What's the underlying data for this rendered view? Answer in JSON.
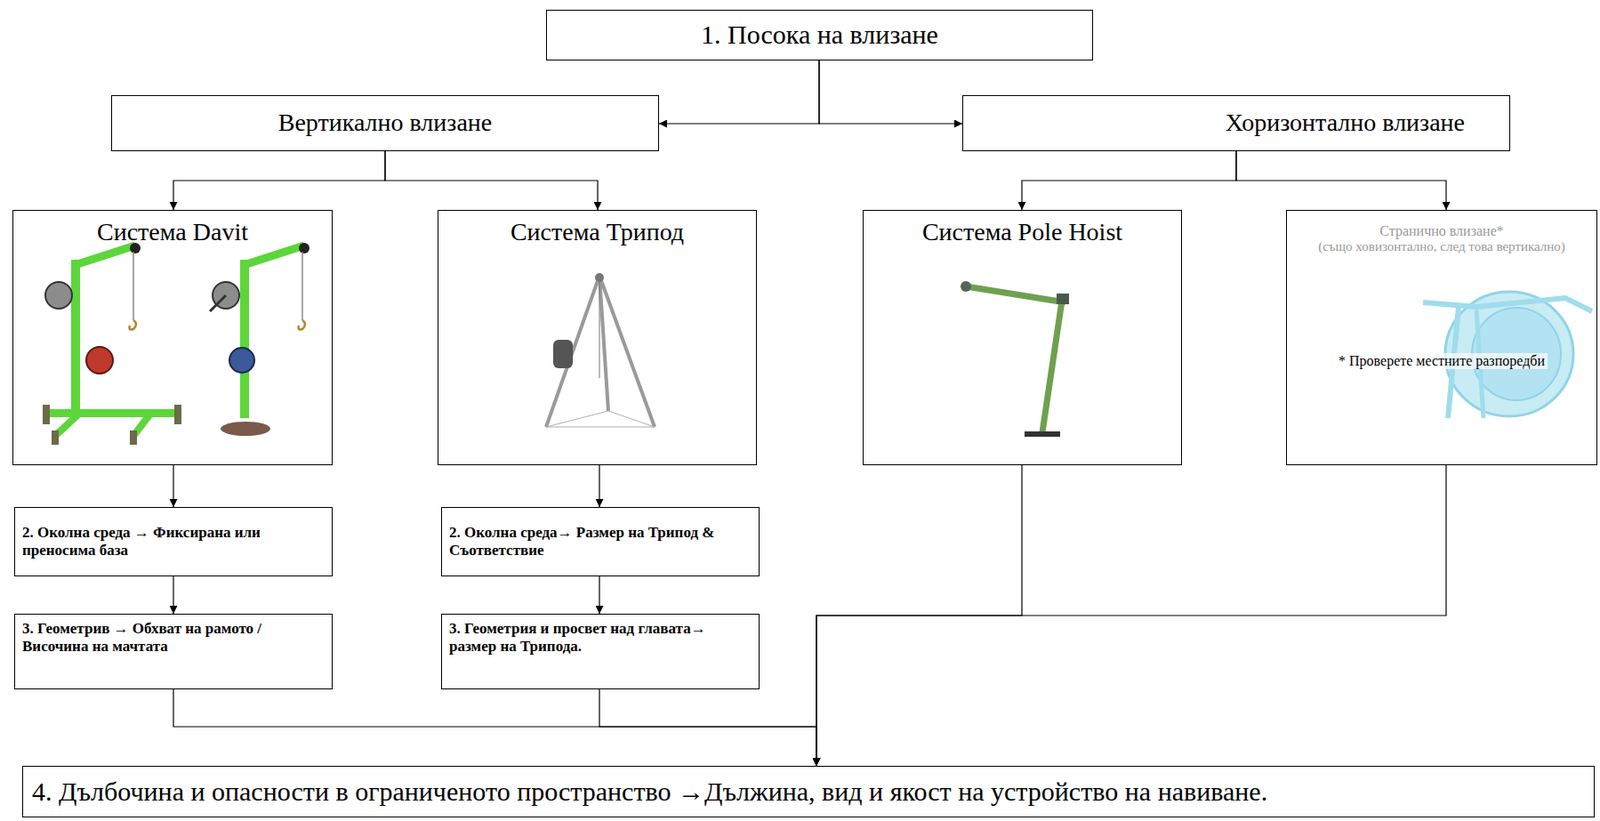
{
  "diagram": {
    "nodes": [
      {
        "text": [
          "1. Посока на влизане"
        ]
      },
      {
        "text": [
          "Вертикално влизане"
        ]
      },
      {
        "text": [
          "Хоризонтално влизане"
        ]
      },
      {
        "text": [
          "Система Davit"
        ]
      },
      {
        "text": [
          "Система Трипод"
        ]
      },
      {
        "text": [
          "Система Pole Hoist"
        ]
      },
      {
        "text": [
          "Странично влизане*",
          "(също ховизонтално, след това вертикално)",
          "* Проверете местните разпоредби"
        ]
      },
      {
        "text": [
          "2. Околна среда → Фиксирана или преносима база"
        ]
      },
      {
        "text": [
          "2. Околна среда→ Размер на Трипод & Съответствие"
        ]
      },
      {
        "text": [
          "3. Геометрив → Обхват на рамото / Височина на мачтата"
        ]
      },
      {
        "text": [
          "3. Геометрия и просвет над главата→ размер на Трипода."
        ]
      },
      {
        "text": [
          "4. Дълбочина и опасности в ограниченото пространство →Дължина, вид и якост на устройство на навиване."
        ]
      }
    ],
    "edges": [
      {
        "from": 0,
        "to": 1,
        "arrow": "to"
      },
      {
        "from": 0,
        "to": 2,
        "arrow": "to"
      },
      {
        "from": 1,
        "to": 3,
        "arrow": "to"
      },
      {
        "from": 1,
        "to": 4,
        "arrow": "to"
      },
      {
        "from": 2,
        "to": 5,
        "arrow": "to"
      },
      {
        "from": 2,
        "to": 6,
        "arrow": "to"
      },
      {
        "from": 3,
        "to": 7,
        "arrow": "to"
      },
      {
        "from": 4,
        "to": 8,
        "arrow": "to"
      },
      {
        "from": 7,
        "to": 9,
        "arrow": "to"
      },
      {
        "from": 8,
        "to": 10,
        "arrow": "to"
      },
      {
        "from": 9,
        "to": 11,
        "arrow": "to"
      },
      {
        "from": 10,
        "to": 11,
        "arrow": "to"
      },
      {
        "from": 5,
        "to": 11,
        "arrow": "to"
      },
      {
        "from": 6,
        "to": 11,
        "arrow": "to"
      }
    ]
  }
}
